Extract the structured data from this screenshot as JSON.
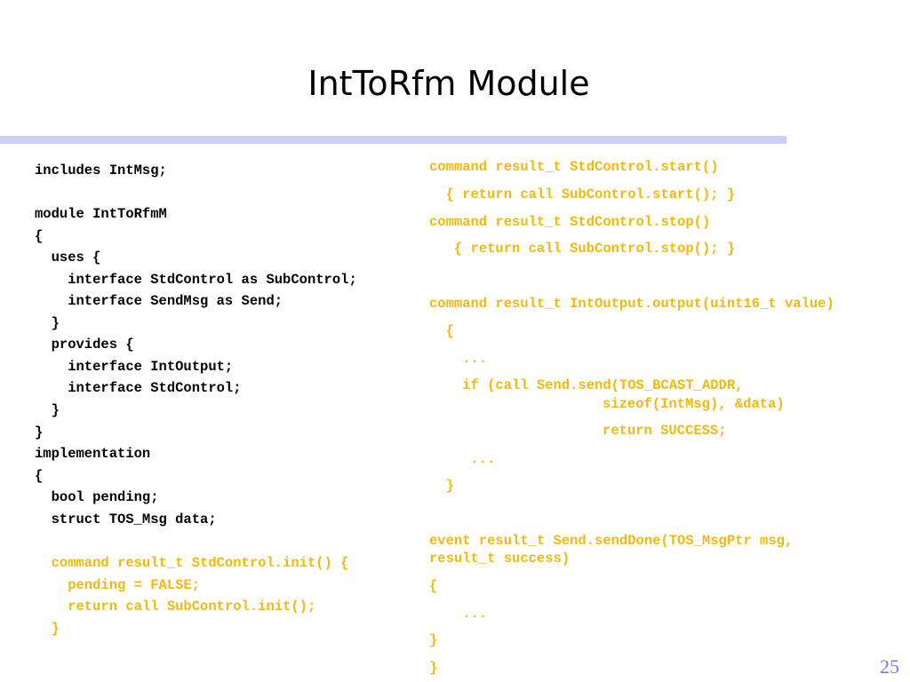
{
  "slide": {
    "title": "IntToRfm Module",
    "page_number": "25"
  },
  "left_code": [
    "includes IntMsg;",
    "module IntToRfmM",
    "{",
    "  uses {",
    "    interface StdControl as SubControl;",
    "    interface SendMsg as Send;",
    "  }",
    "  provides {",
    "    interface IntOutput;",
    "    interface StdControl;",
    "  }",
    "}",
    "implementation",
    "{",
    "  bool pending;",
    "  struct TOS_Msg data;",
    "  command result_t StdControl.init() {",
    "    pending = FALSE;",
    "    return call SubControl.init();",
    "  }"
  ],
  "right_code": [
    "command result_t StdControl.start()",
    "  { return call SubControl.start(); }",
    "command result_t StdControl.stop()",
    "   { return call SubControl.stop(); }",
    "command result_t IntOutput.output(uint16_t value)",
    "  {",
    "    ...",
    "    if (call Send.send(TOS_BCAST_ADDR,",
    "          sizeof(IntMsg), &data)",
    "          return SUCCESS;",
    "     ...",
    "  }",
    "event result_t Send.sendDone(TOS_MsgPtr msg,",
    "result_t success)",
    "{",
    "    ...",
    "}",
    "}"
  ],
  "colors": {
    "code_default": "#000000",
    "code_highlight": "#f2b90d",
    "divider": "#ccccff",
    "page_number": "#7777ee"
  }
}
